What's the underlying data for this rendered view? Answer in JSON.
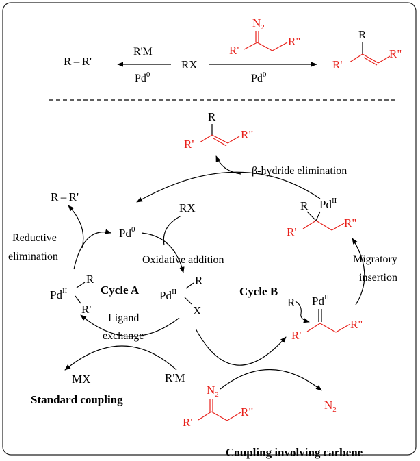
{
  "colors": {
    "highlight": "#e8201a",
    "text": "#000000",
    "frame": "#222222"
  },
  "top_scheme": {
    "product_left": "R – R'",
    "reagent_left": "R'M",
    "catalyst_left": "Pd",
    "catalyst_left_ox": "0",
    "substrate": "RX",
    "catalyst_right": "Pd",
    "catalyst_right_ox": "0",
    "diazo": {
      "n2": "N",
      "n2_sub": "2",
      "r1": "R'",
      "r2": "R\""
    },
    "alkene": {
      "r": "R",
      "r1": "R'",
      "r2": "R\""
    }
  },
  "cycle": {
    "top_alkene": {
      "r": "R",
      "r1": "R'",
      "r2": "R\""
    },
    "beta_hydride_label": "β-hydride elimination",
    "rr_product": "R – R'",
    "pd0": "Pd",
    "pd0_ox": "0",
    "rx": "RX",
    "reductive_label_1": "Reductive",
    "reductive_label_2": "elimination",
    "oxidative_label": "Oxidative addition",
    "cycle_a": "Cycle A",
    "cycle_b": "Cycle B",
    "pd_left": {
      "pd": "Pd",
      "ox": "II",
      "r": "R",
      "r1": "R'"
    },
    "pd_mid": {
      "pd": "Pd",
      "ox": "II",
      "r": "R",
      "x": "X"
    },
    "ligand_label_1": "Ligand",
    "ligand_label_2": "exchange",
    "mx": "MX",
    "rm": "R'M",
    "standard_label": "Standard coupling",
    "pd_alkyl": {
      "r": "R",
      "pd": "Pd",
      "ox": "II",
      "r1": "R'",
      "r2": "R\""
    },
    "migratory_label_1": "Migratory",
    "migratory_label_2": "insertion",
    "carbene": {
      "r": "R",
      "pd": "Pd",
      "ox": "II",
      "r1": "R'",
      "r2": "R\""
    },
    "diazo_bottom": {
      "n2": "N",
      "n2_sub": "2",
      "r1": "R'",
      "r2": "R\""
    },
    "n2_product": "N",
    "n2_product_sub": "2",
    "carbene_label": "Coupling involving carbene"
  }
}
